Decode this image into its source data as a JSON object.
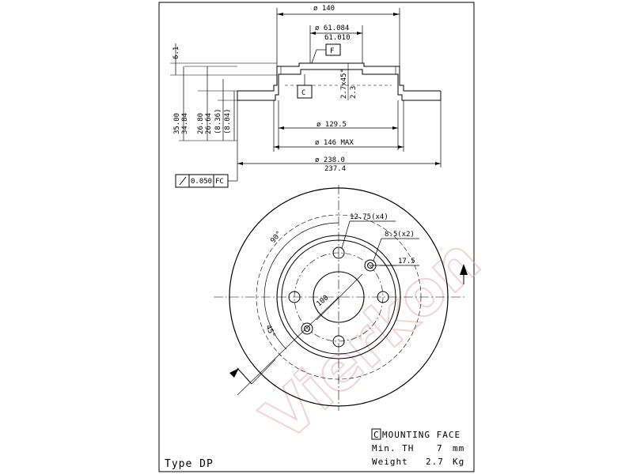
{
  "profile": {
    "dia_140": "ø 140",
    "dia_61084": "ø 61.084",
    "dia_61010": "61.010",
    "datum_f": "F",
    "datum_c": "C",
    "dim_61": "6.1",
    "chamfer": "2.7x45°",
    "dim_23": "2.3",
    "dia_1295": "ø 129.5",
    "dia_146max": "ø 146 MAX",
    "dia_2380": "ø 238.0",
    "dia_2374": "237.4",
    "h_3500": "35.00",
    "h_3484": "34.84",
    "h_2680": "26.80",
    "h_2664": "26.64",
    "h_836": "(8.36)",
    "h_804": "(8.04)",
    "tolerance_value": "0.050",
    "tolerance_ref": "FC"
  },
  "plan": {
    "holes_1275": "12.75(x4)",
    "holes_85": "8.5(x2)",
    "dim_175": "17.5",
    "angle_90": "90°",
    "pcd_100": "100",
    "angle_45": "45°"
  },
  "notes": {
    "mounting_c": "C",
    "mounting_face": "MOUNTING FACE",
    "min_th_label": "Min. TH",
    "min_th_value": "7",
    "min_th_unit": "mm",
    "weight_label": "Weight",
    "weight_value": "2.7",
    "weight_unit": "Kg",
    "type_label": "Type DP"
  },
  "watermark": {
    "text": "Vierkon"
  },
  "colors": {
    "line": "#000000",
    "watermark": "#e8b0b0"
  }
}
